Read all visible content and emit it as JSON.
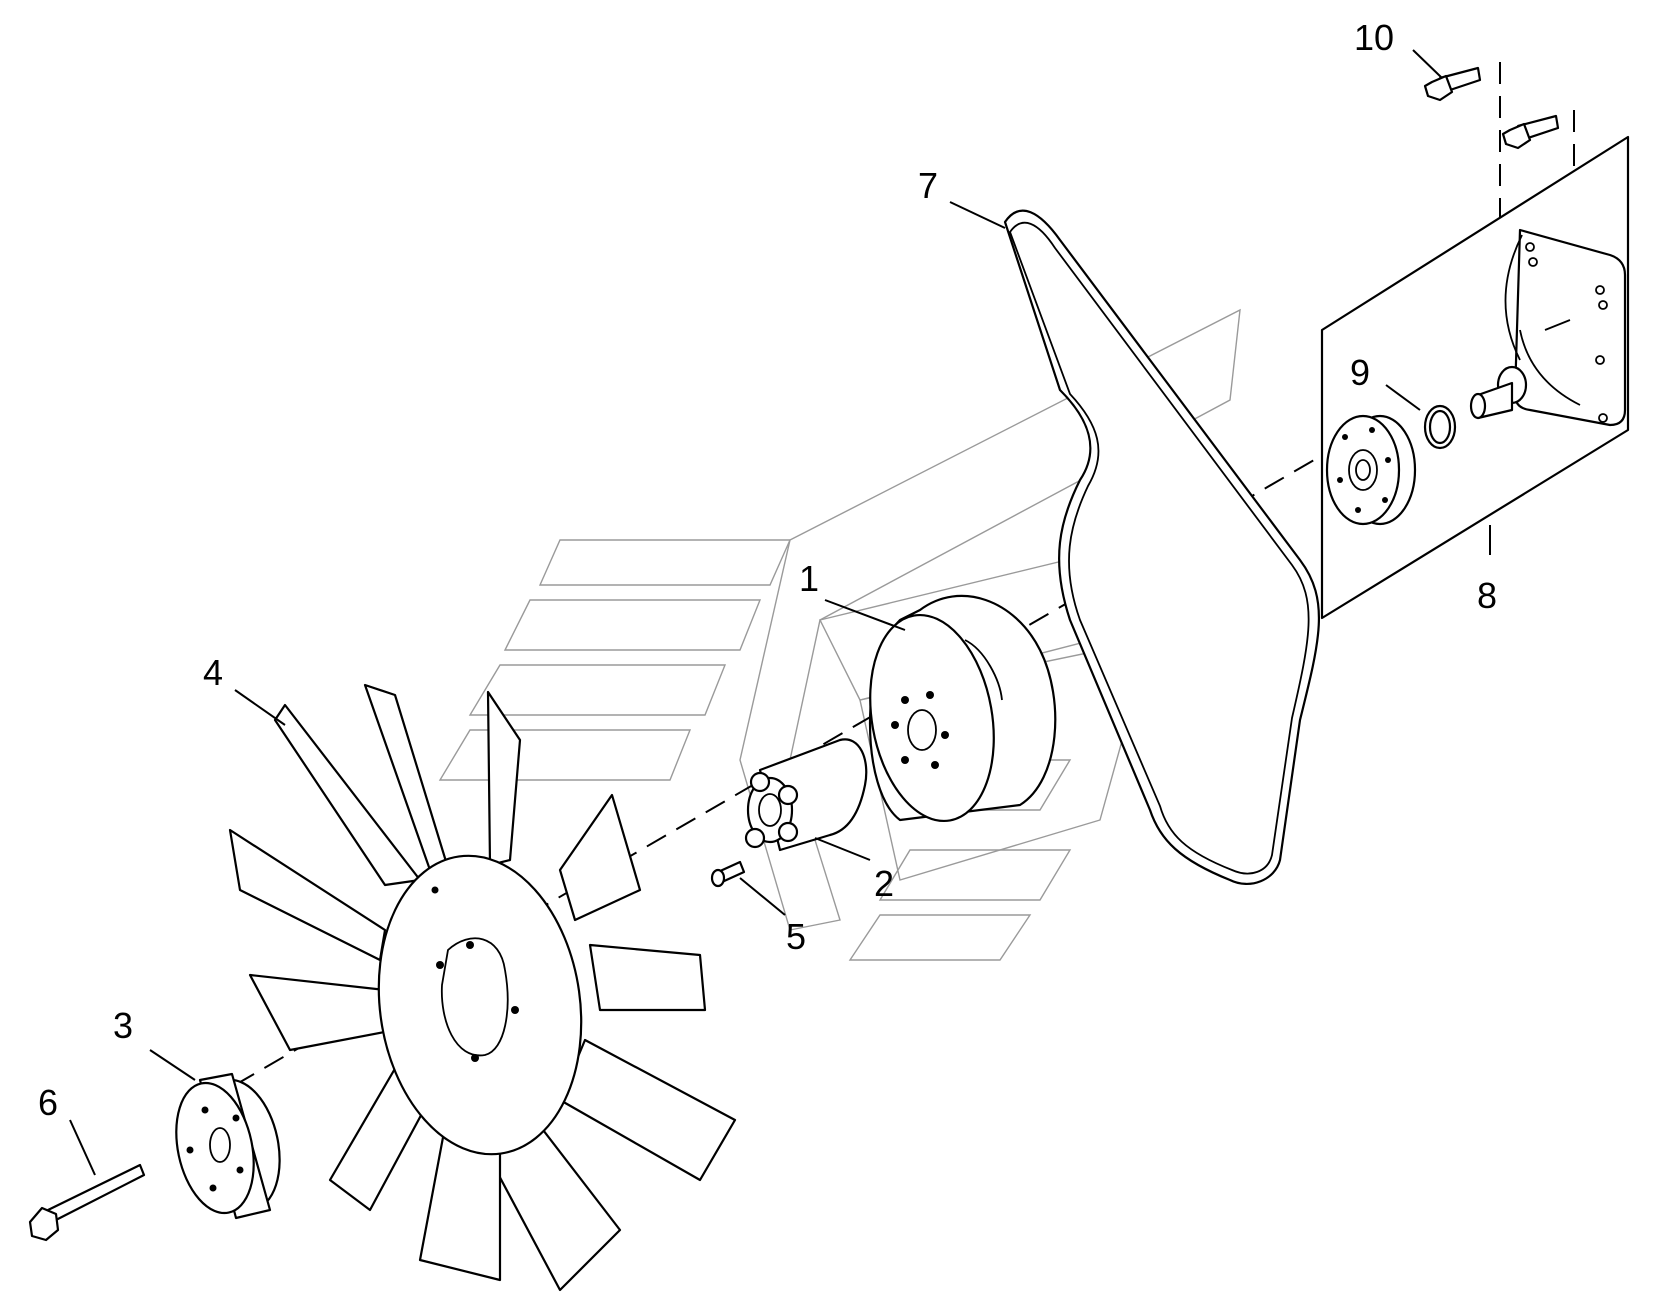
{
  "callouts": {
    "c1": "1",
    "c2": "2",
    "c3": "3",
    "c4": "4",
    "c5": "5",
    "c6": "6",
    "c7": "7",
    "c8": "8",
    "c9": "9",
    "c10": "10"
  },
  "colors": {
    "line": "#000000",
    "background": "#ffffff",
    "watermark": "#9a9a9a"
  }
}
